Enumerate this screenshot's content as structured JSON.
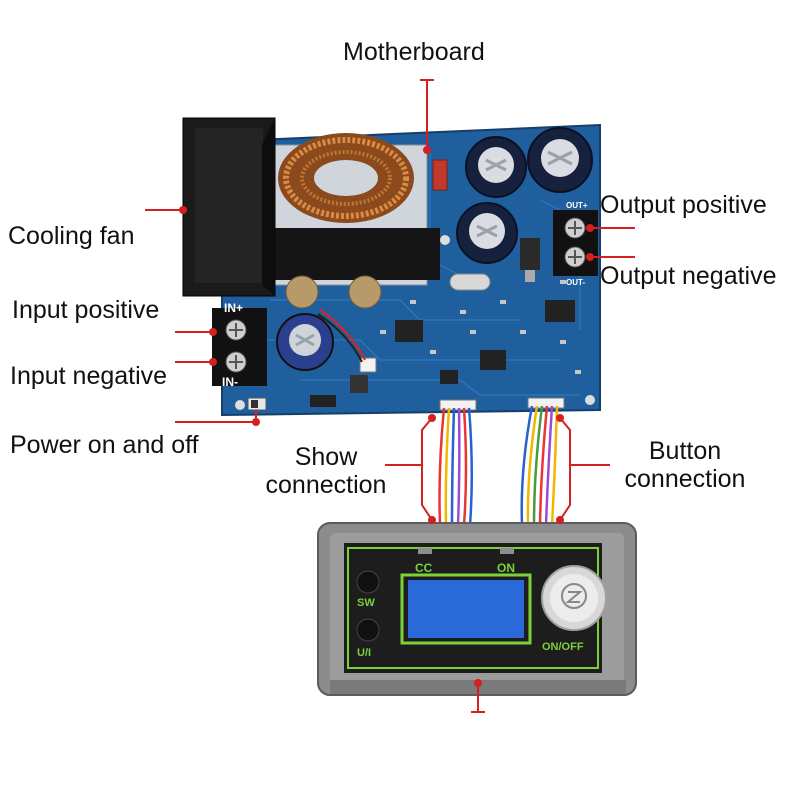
{
  "labels": {
    "motherboard": "Motherboard",
    "cooling_fan": "Cooling fan",
    "output_positive": "Output positive",
    "output_negative": "Output negative",
    "input_positive": "Input positive",
    "input_negative": "Input negative",
    "power_on_off": "Power on and off",
    "show_connection_1": "Show",
    "show_connection_2": "connection",
    "button_connection_1": "Button",
    "button_connection_2": "connection"
  },
  "board_silkscreen": {
    "in_plus": "IN+",
    "in_minus": "IN-",
    "out_plus": "OUT+",
    "out_minus": "OUT-"
  },
  "display_module": {
    "cc_label": "CC",
    "on_label": "ON",
    "sw_label": "SW",
    "ui_label": "U/I",
    "onoff_label": "ON/OFF"
  },
  "colors": {
    "pcb": "#1f5f9e",
    "leader_line": "#d42020",
    "module_frame": "#8c8c8c",
    "module_face": "#1d1d1d",
    "screen_border": "#7ad13a",
    "screen": "#2a6ad8"
  }
}
